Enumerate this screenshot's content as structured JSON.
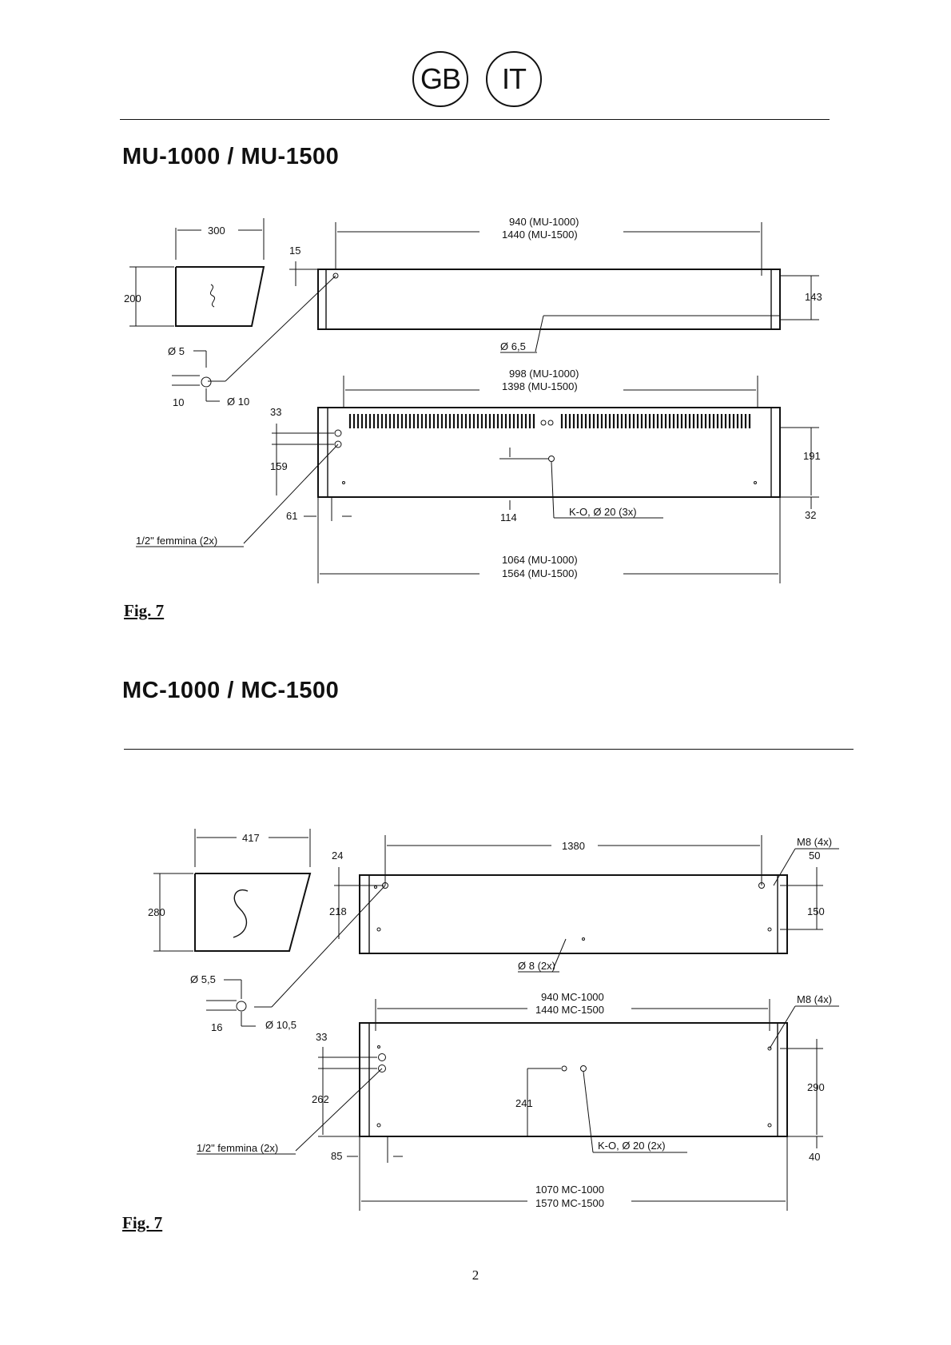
{
  "header": {
    "lang_1": "GB",
    "lang_2": "IT"
  },
  "section_1": {
    "title": "MU-1000 / MU-1500",
    "side": {
      "width": "300",
      "height": "200"
    },
    "top_view": {
      "len_1": "940  (MU-1000)",
      "len_2": "1440  (MU-1500)",
      "offset": "15",
      "height": "143",
      "hole": "Ø 6,5"
    },
    "detail": {
      "d1": "Ø 5",
      "d2": "Ø 10",
      "d3": "10"
    },
    "front_view": {
      "len_1": "998  (MU-1000)",
      "len_2": "1398  (MU-1500)",
      "d_33": "33",
      "d_159": "159",
      "d_191": "191",
      "d_61": "61",
      "d_114": "114",
      "d_32": "32",
      "ko": "K-O, Ø 20 (3x)",
      "femmina": "1/2\" femmina (2x)",
      "total_1": "1064  (MU-1000)",
      "total_2": "1564  (MU-1500)"
    },
    "caption": "Fig. 7"
  },
  "section_2": {
    "title": "MC-1000 / MC-1500",
    "side": {
      "width": "417",
      "height": "280"
    },
    "top_view": {
      "len": "1380",
      "m8": "M8 (4x)",
      "d_50": "50",
      "d_24": "24",
      "d_218": "218",
      "d_150": "150",
      "hole": "Ø 8 (2x)"
    },
    "detail": {
      "d1": "Ø 5,5",
      "d2": "Ø 10,5",
      "d3": "16"
    },
    "front_view": {
      "len_1": "940 MC-1000",
      "len_2": "1440 MC-1500",
      "m8": "M8 (4x)",
      "d_33": "33",
      "d_262": "262",
      "d_241": "241",
      "d_290": "290",
      "d_85": "85",
      "d_40": "40",
      "ko": "K-O, Ø 20 (2x)",
      "femmina": "1/2\" femmina (2x)",
      "total_1": "1070 MC-1000",
      "total_2": "1570 MC-1500"
    },
    "caption": "Fig. 7"
  },
  "page_number": "2"
}
